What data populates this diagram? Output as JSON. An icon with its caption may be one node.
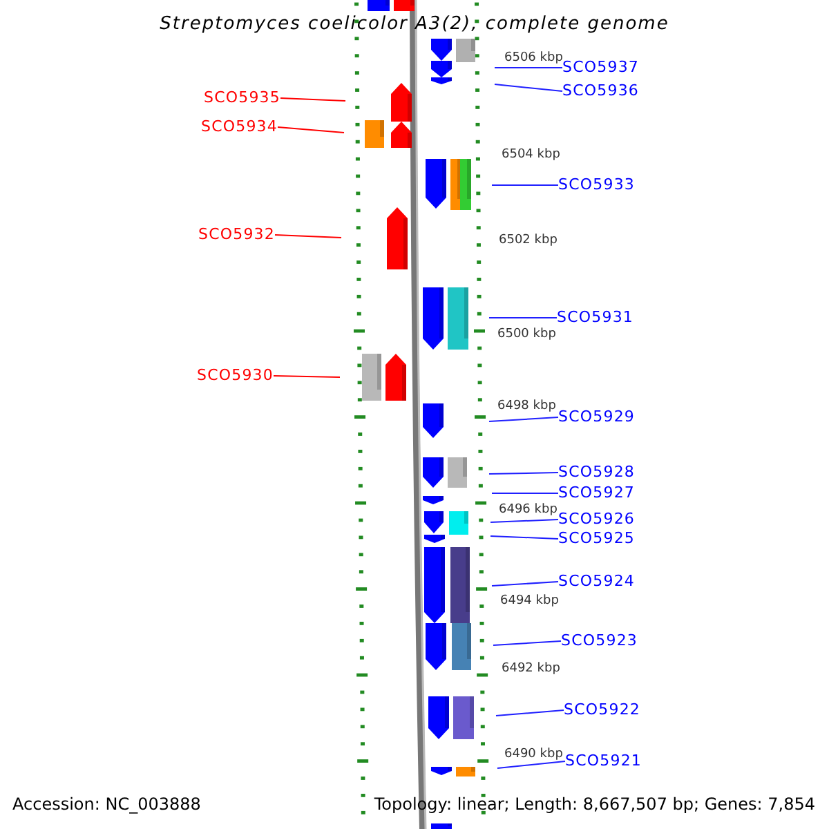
{
  "diagram": {
    "title": "Streptomyces coelicolor A3(2), complete genome",
    "nodes": [
      {
        "text": [
          "SCO5937"
        ]
      },
      {
        "text": [
          "SCO5935"
        ]
      },
      {
        "text": [
          "SCO5936"
        ]
      },
      {
        "text": [
          "SCO5934"
        ]
      },
      {
        "text": [
          "SCO5933"
        ]
      },
      {
        "text": [
          "SCO5932"
        ]
      },
      {
        "text": [
          "SCO5931"
        ]
      },
      {
        "text": [
          "SCO5930"
        ]
      },
      {
        "text": [
          "SCO5929"
        ]
      },
      {
        "text": [
          "SCO5928"
        ]
      },
      {
        "text": [
          "SCO5927"
        ]
      },
      {
        "text": [
          "SCO5926"
        ]
      },
      {
        "text": [
          "SCO5925"
        ]
      },
      {
        "text": [
          "SCO5924"
        ]
      },
      {
        "text": [
          "SCO5923"
        ]
      },
      {
        "text": [
          "SCO5922"
        ]
      },
      {
        "text": [
          "SCO5921"
        ]
      }
    ],
    "edges": [
      {
        "from": 0,
        "to": null,
        "arrow": "none"
      },
      {
        "from": 1,
        "to": null,
        "arrow": "none",
        "color": "#ff0000"
      },
      {
        "from": 2,
        "to": null,
        "arrow": "none"
      },
      {
        "from": 3,
        "to": null,
        "arrow": "none",
        "color": "#ff0000"
      },
      {
        "from": 4,
        "to": null,
        "arrow": "none"
      },
      {
        "from": 5,
        "to": null,
        "arrow": "none",
        "color": "#ff0000"
      },
      {
        "from": 6,
        "to": null,
        "arrow": "none"
      },
      {
        "from": 7,
        "to": null,
        "arrow": "none",
        "color": "#ff0000"
      },
      {
        "from": 8,
        "to": null,
        "arrow": "none"
      },
      {
        "from": 9,
        "to": null,
        "arrow": "none"
      },
      {
        "from": 10,
        "to": null,
        "arrow": "none"
      },
      {
        "from": 11,
        "to": null,
        "arrow": "none"
      },
      {
        "from": 12,
        "to": null,
        "arrow": "none"
      },
      {
        "from": 13,
        "to": null,
        "arrow": "none"
      },
      {
        "from": 14,
        "to": null,
        "arrow": "none"
      },
      {
        "from": 15,
        "to": null,
        "arrow": "none"
      },
      {
        "from": 16,
        "to": null,
        "arrow": "none"
      }
    ],
    "labels": [
      "6506 kbp",
      "6504 kbp",
      "6502 kbp",
      "6500 kbp",
      "6498 kbp",
      "6496 kbp",
      "6494 kbp",
      "6492 kbp",
      "6490 kbp",
      "Accession: NC_003888",
      "Topology: linear; Length: 8,667,507 bp; Genes: 7,854"
    ]
  }
}
